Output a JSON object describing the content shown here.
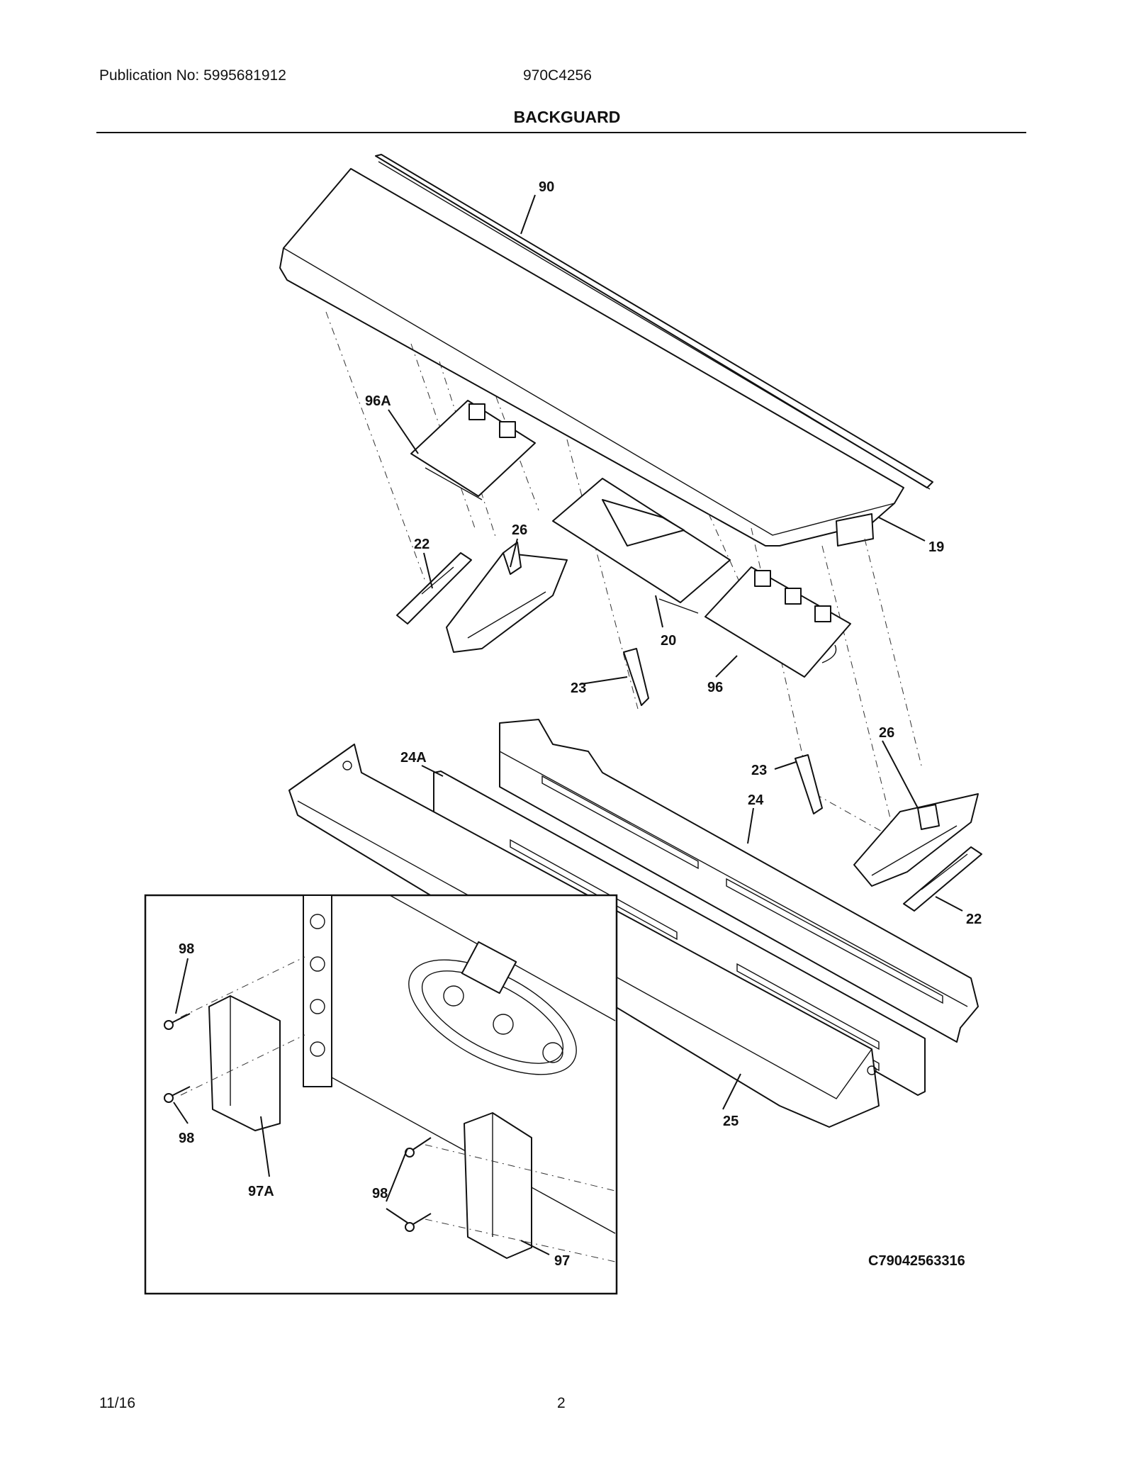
{
  "header": {
    "publication": "Publication No: 5995681912",
    "model": "970C4256",
    "title": "BACKGUARD"
  },
  "callouts": {
    "c90": "90",
    "c96a": "96A",
    "c22a": "22",
    "c26a": "26",
    "c19": "19",
    "c20": "20",
    "c23a": "23",
    "c96": "96",
    "c24a": "24A",
    "c26b": "26",
    "c23b": "23",
    "c24": "24",
    "c22b": "22",
    "c25": "25",
    "c98a": "98",
    "c98b": "98",
    "c97a": "97A",
    "c98c": "98",
    "c97": "97"
  },
  "diagram_code": "C79042563316",
  "footer": {
    "date": "11/16",
    "page": "2"
  }
}
